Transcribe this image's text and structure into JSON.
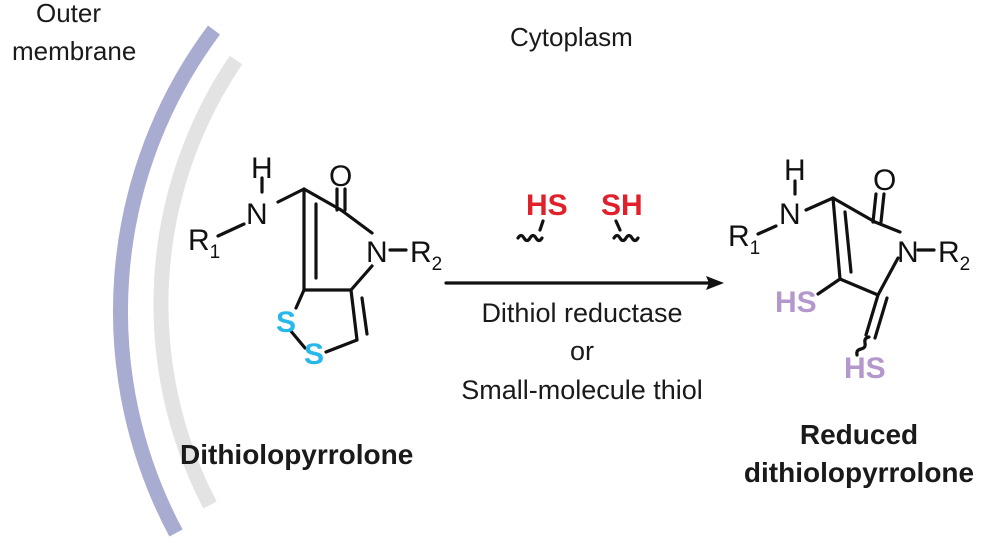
{
  "labels": {
    "outer_membrane_line1": "Outer",
    "outer_membrane_line2": "membrane",
    "cytoplasm": "Cytoplasm",
    "reactant_name": "Dithiolopyrrolone",
    "product_name_line1": "Reduced",
    "product_name_line2": "dithiolopyrrolone",
    "condition_line1": "Dithiol reductase",
    "condition_line2": "or",
    "condition_line3": "Small-molecule thiol"
  },
  "reagents": {
    "thiol_left": "HS",
    "thiol_right": "SH"
  },
  "atoms": {
    "h": "H",
    "n": "N",
    "o": "O",
    "r": "R",
    "r1_sub": "1",
    "r2_sub": "2",
    "s": "S",
    "hs": "HS"
  },
  "colors": {
    "membrane_outer": "#a9acd1",
    "membrane_inner": "#e3e3e3",
    "disulfide_s": "#27b8ea",
    "reagent_thiol": "#e0202a",
    "product_thiol": "#b497cc",
    "ink": "#111111"
  }
}
